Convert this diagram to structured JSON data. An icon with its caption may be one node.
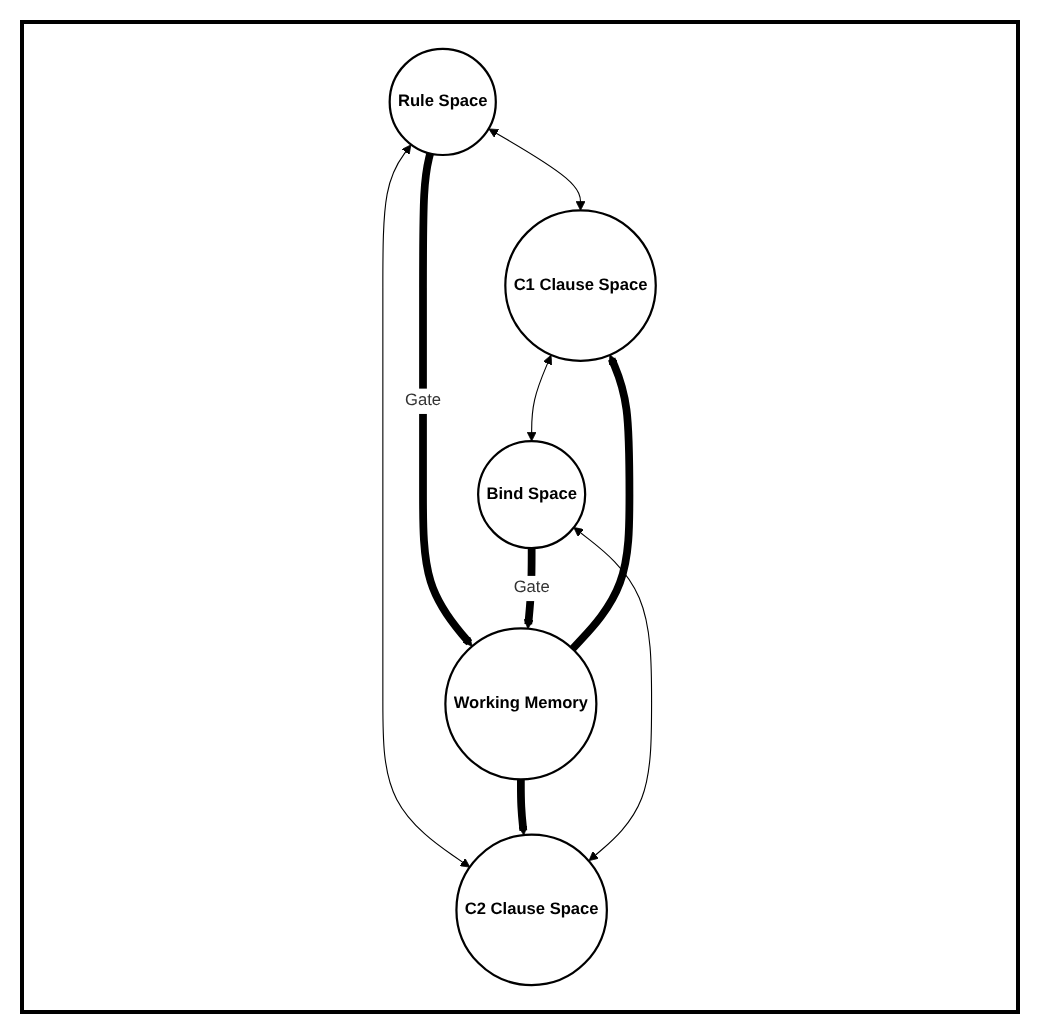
{
  "diagram": {
    "nodes": [
      {
        "text": [
          "Rule Space"
        ]
      },
      {
        "text": [
          "C1 Clause Space"
        ]
      },
      {
        "text": [
          "Working Memory"
        ]
      },
      {
        "text": [
          "C2 Clause Space"
        ]
      },
      {
        "text": [
          "Bind Space"
        ]
      }
    ],
    "edges": [
      {
        "from": 0,
        "to": 1,
        "arrow": "both"
      },
      {
        "from": 0,
        "to": 3,
        "arrow": "both"
      },
      {
        "from": 0,
        "to": 2,
        "arrow": "to",
        "label": "Gate",
        "style": "thick"
      },
      {
        "from": 2,
        "to": 1,
        "arrow": "to",
        "style": "thick"
      },
      {
        "from": 2,
        "to": 3,
        "arrow": "to",
        "style": "thick"
      },
      {
        "from": 4,
        "to": 2,
        "arrow": "to",
        "label": "Gate",
        "style": "thick"
      },
      {
        "from": 1,
        "to": 4,
        "arrow": "both"
      },
      {
        "from": 3,
        "to": 4,
        "arrow": "both"
      }
    ]
  }
}
